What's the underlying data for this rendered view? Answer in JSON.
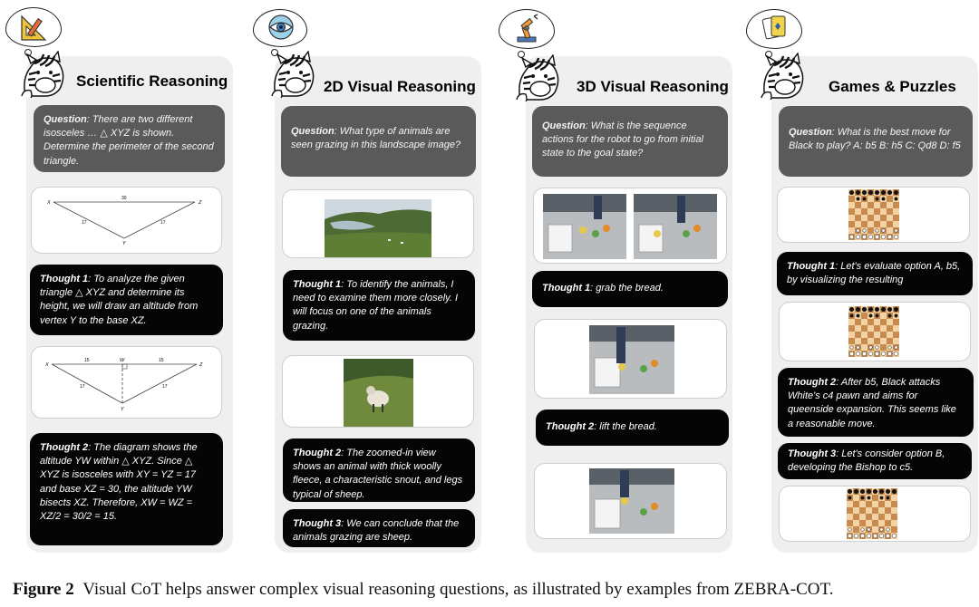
{
  "columns": [
    {
      "title": "Scientific Reasoning",
      "bubble_icon": "set-square-ruler-icon",
      "question_label": "Question",
      "question_text": ": There are two different isosceles … △ XYZ is shown. Determine the perimeter of the second triangle.",
      "images": [
        {
          "kind": "triangle-diagram",
          "labels": {
            "x": "X",
            "y": "Y",
            "z": "Z",
            "top": "30",
            "left": "17",
            "right": "17"
          }
        },
        {
          "kind": "triangle-altitude-diagram",
          "labels": {
            "x": "X",
            "y": "Y",
            "z": "Z",
            "w": "W",
            "left_top": "15",
            "right_top": "15",
            "left": "17",
            "right": "17"
          }
        }
      ],
      "thoughts": [
        {
          "label": "Thought 1",
          "text": ": To analyze the given triangle △ XYZ and determine its height, we will draw an altitude from vertex Y to the base XZ."
        },
        {
          "label": "Thought 2",
          "text": ": The diagram shows the altitude YW within △ XYZ. Since △ XYZ is isosceles with XY = YZ = 17 and base XZ = 30, the altitude YW bisects XZ. Therefore, XW = WZ = XZ/2 = 30/2 = 15."
        }
      ]
    },
    {
      "title": "2D Visual Reasoning",
      "bubble_icon": "eye-icon",
      "question_label": "Question",
      "question_text": ": What type of animals are seen grazing in this landscape image?",
      "images": [
        {
          "kind": "landscape-photo"
        },
        {
          "kind": "zoomed-sheep-photo"
        }
      ],
      "thoughts": [
        {
          "label": "Thought 1",
          "text": ": To identify the animals, I need to examine them more closely. I will focus on one of the animals grazing."
        },
        {
          "label": "Thought 2",
          "text": ": The zoomed-in view shows an animal with thick woolly fleece, a characteristic snout, and legs typical of sheep."
        },
        {
          "label": "Thought 3",
          "text": ": We can conclude that the animals grazing are sheep."
        }
      ]
    },
    {
      "title": "3D Visual Reasoning",
      "bubble_icon": "robot-arm-icon",
      "question_label": "Question",
      "question_text": ": What is the sequence actions for the robot to go from initial state to the goal state?",
      "images": [
        {
          "kind": "robot-initial-goal-photos"
        },
        {
          "kind": "robot-grab-photo"
        },
        {
          "kind": "robot-lift-photo"
        }
      ],
      "thoughts": [
        {
          "label": "Thought 1",
          "text": ": grab the bread."
        },
        {
          "label": "Thought 2",
          "text": ": lift the bread."
        }
      ]
    },
    {
      "title": "Games & Puzzles",
      "bubble_icon": "playing-cards-icon",
      "question_label": "Question",
      "question_text": ": What is the best move for Black to play? A: b5 B: h5 C: Qd8 D: f5",
      "images": [
        {
          "kind": "chessboard"
        },
        {
          "kind": "chessboard"
        },
        {
          "kind": "chessboard"
        }
      ],
      "thoughts": [
        {
          "label": "Thought 1",
          "text": ": Let's evaluate option A, b5, by visualizing the resulting"
        },
        {
          "label": "Thought 2",
          "text": ": After b5, Black attacks White's c4 pawn and aims for queenside expansion. This seems like a reasonable move."
        },
        {
          "label": "Thought 3",
          "text": ": Let's consider option B, developing the Bishop to c5."
        }
      ]
    }
  ],
  "caption": {
    "label": "Figure 2",
    "text_before": "Visual CoT helps answer complex visual reasoning questions, as illustrated by examples from Z",
    "smallcaps1": "EBRA",
    "dash": "-C",
    "smallcaps2": "O",
    "text_after": "T."
  },
  "colors": {
    "panel": "#efefef",
    "question_card": "#5a5a5a",
    "thought_card": "#050505",
    "image_card": "#ffffff"
  }
}
